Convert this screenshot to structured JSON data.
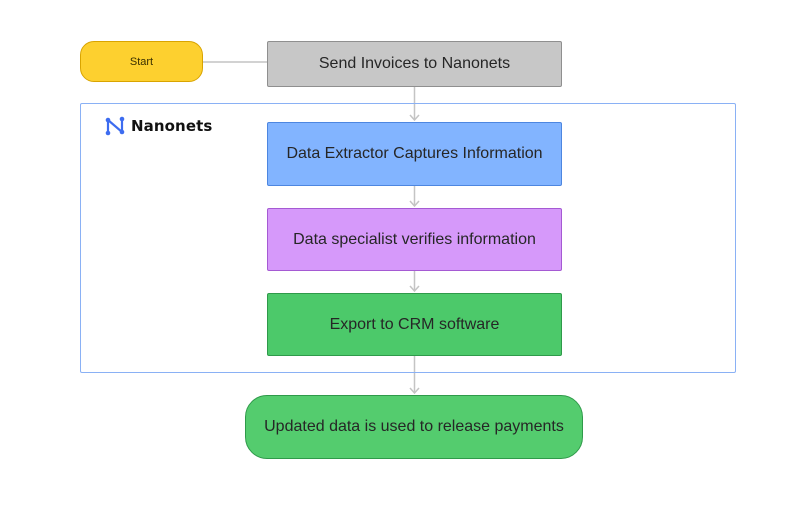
{
  "brand": {
    "name": "Nanonets",
    "logo_color": "#3d6cf0"
  },
  "nodes": {
    "start": "Start",
    "send": "Send Invoices to Nanonets",
    "extract": "Data Extractor Captures Information",
    "verify": "Data specialist verifies information",
    "export": "Export to CRM software",
    "release": "Updated data is used to release payments"
  },
  "colors": {
    "start": "#fdd02f",
    "send": "#c7c7c7",
    "extract": "#82b4ff",
    "verify": "#d699fa",
    "export": "#4cc96a",
    "release": "#54cc6e",
    "container_border": "#8ab1f5",
    "connector": "#c4c4c4"
  }
}
